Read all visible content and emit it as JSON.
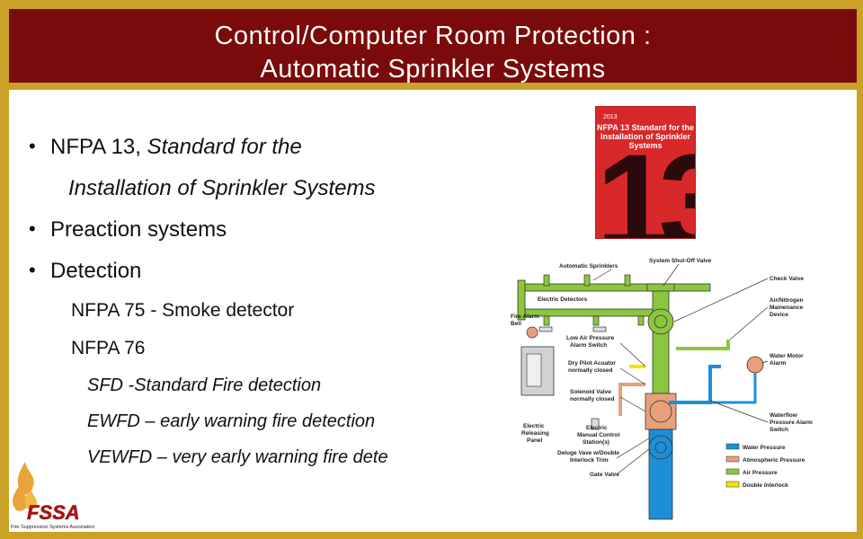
{
  "header": {
    "title_line1": "Control/Computer Room Protection :",
    "title_line2": "Automatic Sprinkler Systems"
  },
  "body": {
    "bullet1_part1": "NFPA 13, ",
    "bullet1_part2": "Standard for the",
    "bullet1_line2": "Installation of Sprinkler Systems",
    "bullet2": "Preaction systems",
    "bullet3": "Detection",
    "sub1": "NFPA 75 - Smoke detector",
    "sub2": "NFPA 76",
    "sub3": "SFD -Standard Fire detection",
    "sub4": "EWFD – early warning fire detection",
    "sub5": "VEWFD – very early warning fire dete"
  },
  "book": {
    "year": "2013",
    "title": "NFPA 13 Standard for the Installation of Sprinkler Systems",
    "number": "13"
  },
  "diagram": {
    "labels": {
      "automatic_sprinklers": "Automatic Sprinklers",
      "system_shutoff": "System Shut-Off Valve",
      "check_valve": "Check Valve",
      "electric_detectors": "Electric Detectors",
      "air_nitrogen_1": "Air/Nitrogen",
      "air_nitrogen_2": "Mainenance",
      "air_nitrogen_3": "Device",
      "fire_alarm_1": "Fire Alarm",
      "fire_alarm_2": "Bell",
      "low_air_1": "Low Air Pressure",
      "low_air_2": "Alarm Switch",
      "water_motor_1": "Water Motor",
      "water_motor_2": "Alarm",
      "dry_pilot_1": "Dry Pilot Acuator",
      "dry_pilot_2": "normally closed",
      "solenoid_1": "Solenoid Valve",
      "solenoid_2": "normally closed",
      "waterflow_1": "Waterflow",
      "waterflow_2": "Pressure Alarm",
      "waterflow_3": "Switch",
      "releasing_1": "Electric",
      "releasing_2": "Releasing",
      "releasing_3": "Panel",
      "manual_1": "Electric",
      "manual_2": "Manual Control",
      "manual_3": "Station(s)",
      "deluge_1": "Deluge Vave w/Double",
      "deluge_2": "Interlock Trim",
      "gate_valve": "Gate Valve"
    },
    "legend": [
      {
        "label": "Water Pressure",
        "color": "#1e8fd6"
      },
      {
        "label": "Atmospheric Pressure",
        "color": "#e8a07a"
      },
      {
        "label": "Air Pressure",
        "color": "#8cc63f"
      },
      {
        "label": "Double Interlock",
        "color": "#f2e600"
      }
    ]
  },
  "logo": {
    "name": "FSSA",
    "tagline": "Fire Suppression Systems Association"
  },
  "colors": {
    "frame": "#c9a227",
    "header_bg": "#7b0a0a",
    "header_text": "#ffffff"
  }
}
